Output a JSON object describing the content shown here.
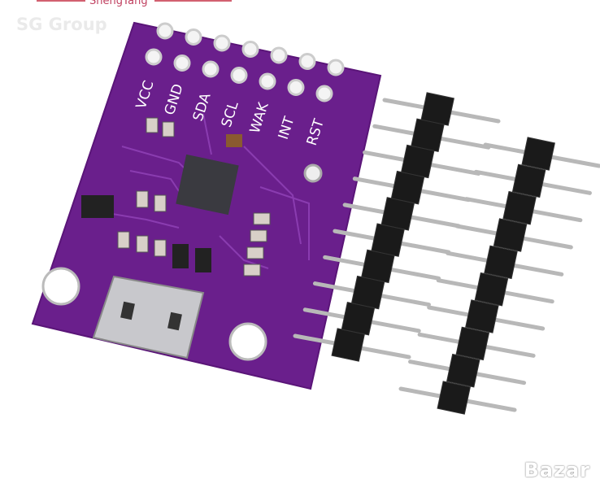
{
  "watermark": {
    "top": "ShengYang",
    "group": "SG Group",
    "logo": "Bazar"
  },
  "board": {
    "pin_labels": [
      "VCC",
      "GND",
      "SDA",
      "SCL",
      "WAK",
      "INT",
      "RST"
    ],
    "color": "#6a1f8c"
  },
  "headers": {
    "pin_count_per_strip": 10,
    "strips": 2
  }
}
